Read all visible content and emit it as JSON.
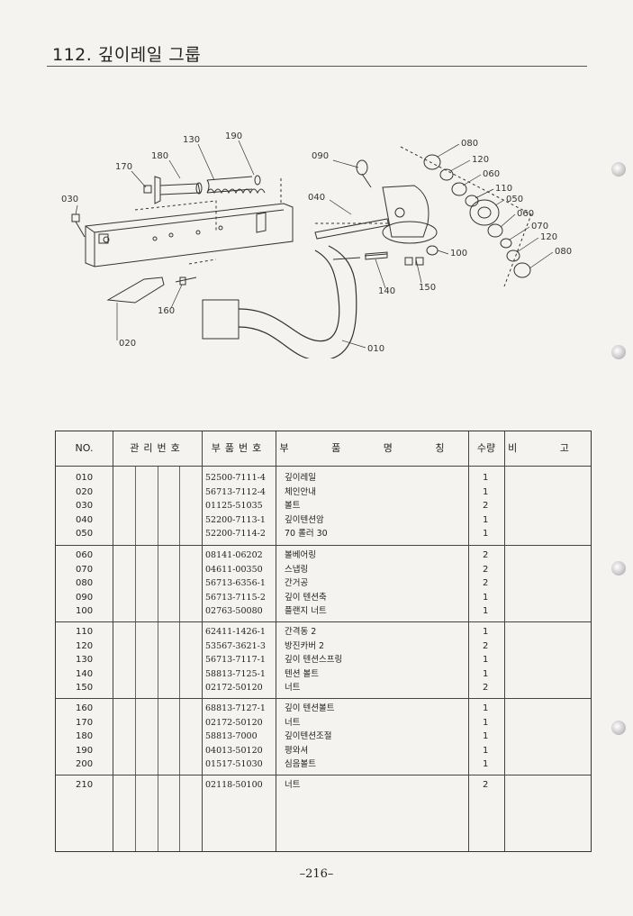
{
  "page": {
    "title": "112. 깊이레일 그룹",
    "page_number": "–216–"
  },
  "diagram": {
    "callouts": [
      "130",
      "190",
      "180",
      "170",
      "030",
      "090",
      "080",
      "120",
      "060",
      "110",
      "040",
      "050",
      "060",
      "070",
      "120",
      "080",
      "100",
      "150",
      "140",
      "160",
      "020",
      "010"
    ]
  },
  "table": {
    "headers": {
      "no": "NO.",
      "control_number": "관리번호",
      "part_number": "부품번호",
      "part_name": "부 품 명 칭",
      "qty": "수량",
      "remarks": "비 고"
    },
    "groups": [
      [
        {
          "no": "010",
          "part": "52500-7111-4",
          "name": "깊이레일",
          "qty": "1"
        },
        {
          "no": "020",
          "part": "56713-7112-4",
          "name": "체인안내",
          "qty": "1"
        },
        {
          "no": "030",
          "part": "01125-51035",
          "name": "볼트",
          "qty": "2"
        },
        {
          "no": "040",
          "part": "52200-7113-1",
          "name": "깊이텐션암",
          "qty": "1"
        },
        {
          "no": "050",
          "part": "52200-7114-2",
          "name": "70 롤러 30",
          "qty": "1"
        }
      ],
      [
        {
          "no": "060",
          "part": "08141-06202",
          "name": "볼베어링",
          "qty": "2"
        },
        {
          "no": "070",
          "part": "04611-00350",
          "name": "스냅링",
          "qty": "2"
        },
        {
          "no": "080",
          "part": "56713-6356-1",
          "name": "간거공",
          "qty": "2"
        },
        {
          "no": "090",
          "part": "56713-7115-2",
          "name": "깊이 텐션축",
          "qty": "1"
        },
        {
          "no": "100",
          "part": "02763-50080",
          "name": "플랜지 너트",
          "qty": "1"
        }
      ],
      [
        {
          "no": "110",
          "part": "62411-1426-1",
          "name": "간격동 2",
          "qty": "1"
        },
        {
          "no": "120",
          "part": "53567-3621-3",
          "name": "방진카버 2",
          "qty": "2"
        },
        {
          "no": "130",
          "part": "56713-7117-1",
          "name": "깊이 텐션스프링",
          "qty": "1"
        },
        {
          "no": "140",
          "part": "58813-7125-1",
          "name": "텐션 볼트",
          "qty": "1"
        },
        {
          "no": "150",
          "part": "02172-50120",
          "name": "너트",
          "qty": "2"
        }
      ],
      [
        {
          "no": "160",
          "part": "68813-7127-1",
          "name": "깊이 텐션볼트",
          "qty": "1"
        },
        {
          "no": "170",
          "part": "02172-50120",
          "name": "너트",
          "qty": "1"
        },
        {
          "no": "180",
          "part": "58813-7000",
          "name": "깊이텐션조절",
          "qty": "1"
        },
        {
          "no": "190",
          "part": "04013-50120",
          "name": "평와셔",
          "qty": "1"
        },
        {
          "no": "200",
          "part": "01517-51030",
          "name": "심음볼트",
          "qty": "1"
        }
      ],
      [
        {
          "no": "210",
          "part": "02118-50100",
          "name": "너트",
          "qty": "2"
        }
      ]
    ]
  }
}
